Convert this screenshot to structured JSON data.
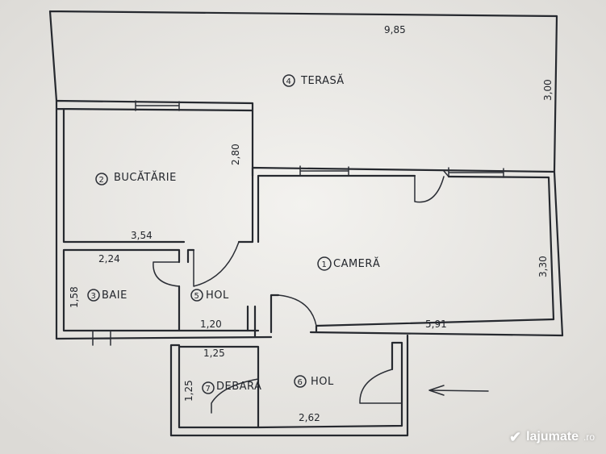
{
  "rooms": {
    "terasa": {
      "num": "4",
      "name": "TERASĂ"
    },
    "bucatarie": {
      "num": "2",
      "name": "BUCĂTĂRIE"
    },
    "camera": {
      "num": "1",
      "name": "CAMERĂ"
    },
    "baie": {
      "num": "3",
      "name": "BAIE"
    },
    "hol5": {
      "num": "5",
      "name": "HOL"
    },
    "debara": {
      "num": "7",
      "name": "DEBARA"
    },
    "hol6": {
      "num": "6",
      "name": "HOL"
    }
  },
  "dimensions": {
    "terasa_width": "9,85",
    "terasa_depth": "3,00",
    "bucatarie_depth": "2,80",
    "bucatarie_width": "3,54",
    "baie_width": "2,24",
    "baie_depth": "1,58",
    "camera_depth": "3,30",
    "camera_width": "5,91",
    "hol5_width": "1,20",
    "debara_width": "1,25",
    "debara_depth": "1,25",
    "hol6_width": "2,62"
  },
  "watermark": {
    "mark": "✔",
    "brand": "lajumate",
    "domain": ".ro"
  }
}
